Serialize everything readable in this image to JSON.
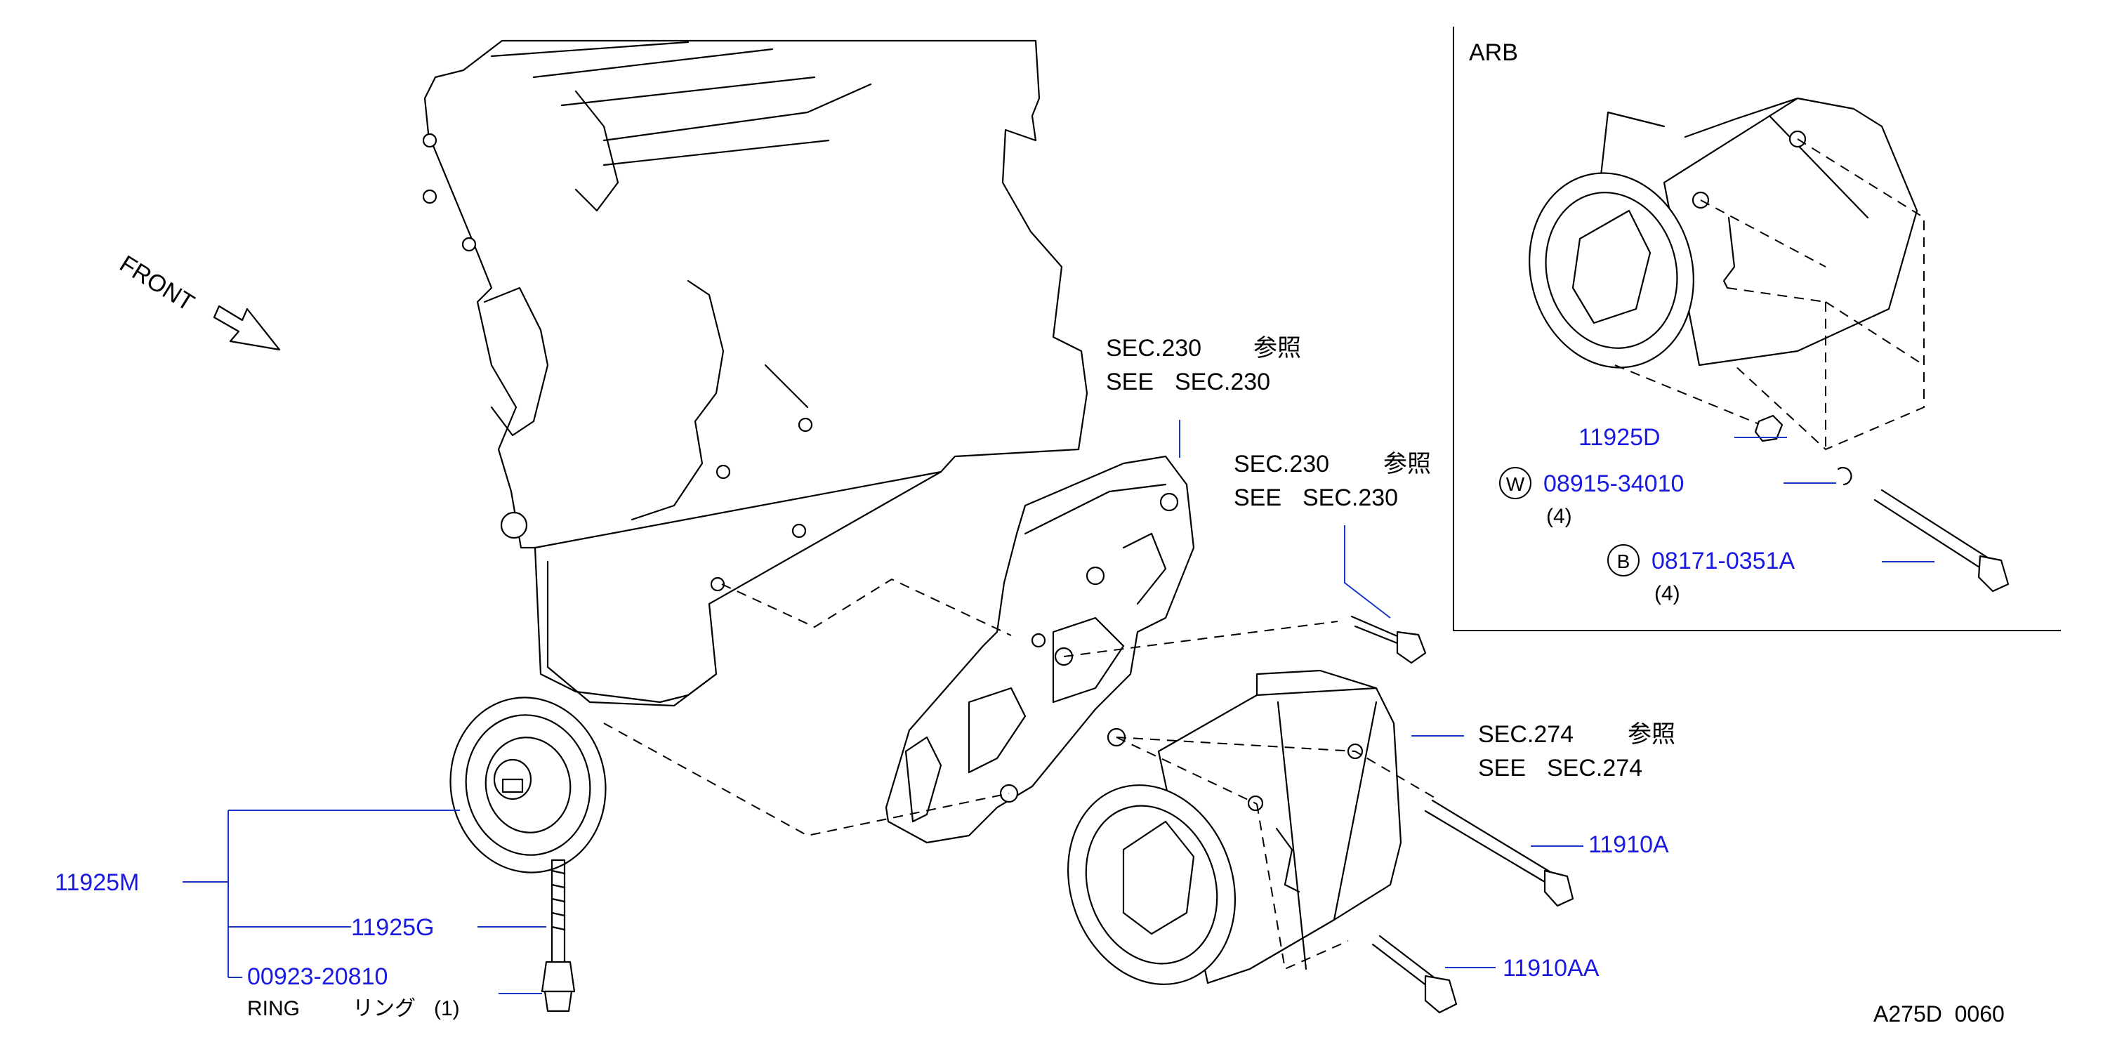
{
  "diagram": {
    "front_label": "FRONT",
    "inset": {
      "title": "ARB",
      "parts": [
        {
          "part_no": "11925D"
        },
        {
          "symbol": "W",
          "part_no": "08915-34010",
          "qty": "(4)"
        },
        {
          "symbol": "B",
          "part_no": "08171-0351A",
          "qty": "(4)"
        }
      ]
    },
    "references": [
      {
        "line1_sec": "SEC.230",
        "line1_jp": "参照",
        "line2_see": "SEE",
        "line2_sec": "SEC.230"
      },
      {
        "line1_sec": "SEC.230",
        "line1_jp": "参照",
        "line2_see": "SEE",
        "line2_sec": "SEC.230"
      },
      {
        "line1_sec": "SEC.274",
        "line1_jp": "参照",
        "line2_see": "SEE",
        "line2_sec": "SEC.274"
      }
    ],
    "parts": {
      "p11910A": "11910A",
      "p11910AA": "11910AA",
      "p11925M": "11925M",
      "p11925G": "11925G",
      "p00923": "00923-20810",
      "ring_label": "RING",
      "ring_jp": "リング",
      "ring_qty": "(1)"
    },
    "diagram_code": "A275D  0060",
    "colors": {
      "part_number": "#1a1ae0",
      "leader_line": "#1a35c9",
      "line_art": "#000000"
    }
  }
}
